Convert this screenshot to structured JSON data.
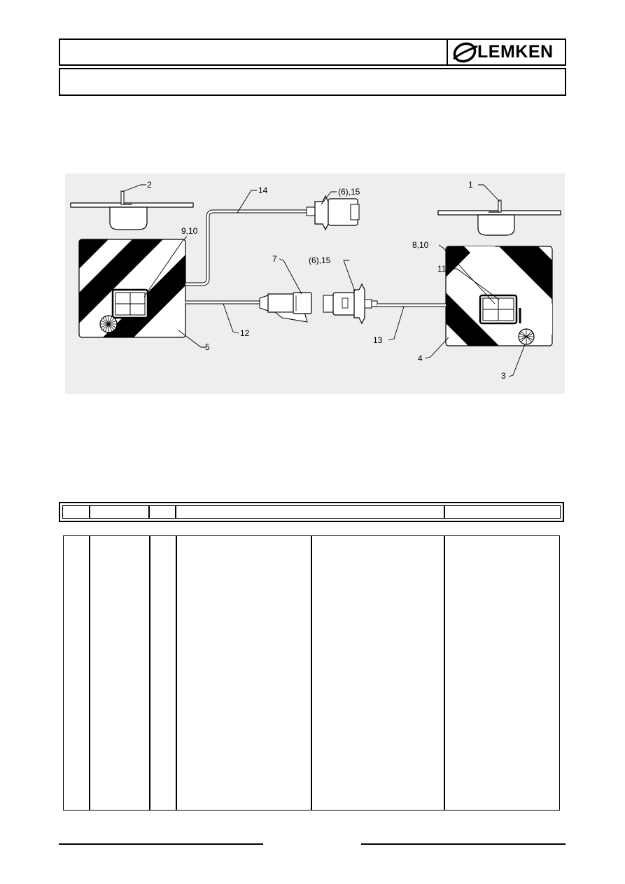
{
  "header": {
    "brand": "LEMKEN"
  },
  "diagram": {
    "callouts": {
      "c1": "1",
      "c2": "2",
      "c3": "3",
      "c4": "4",
      "c5": "5",
      "c7": "7",
      "c8_10": "8,10",
      "c9_10": "9,10",
      "c11": "11",
      "c12": "12",
      "c13": "13",
      "c14": "14",
      "c6_15_top": "(6),15",
      "c6_15_mid": "(6),15"
    },
    "colors": {
      "ink": "#000000",
      "panel": "#ffffff",
      "background": "#eeeeee"
    }
  },
  "parts_table": {
    "header_cells": [
      "",
      "",
      "",
      "",
      ""
    ],
    "rows": []
  }
}
